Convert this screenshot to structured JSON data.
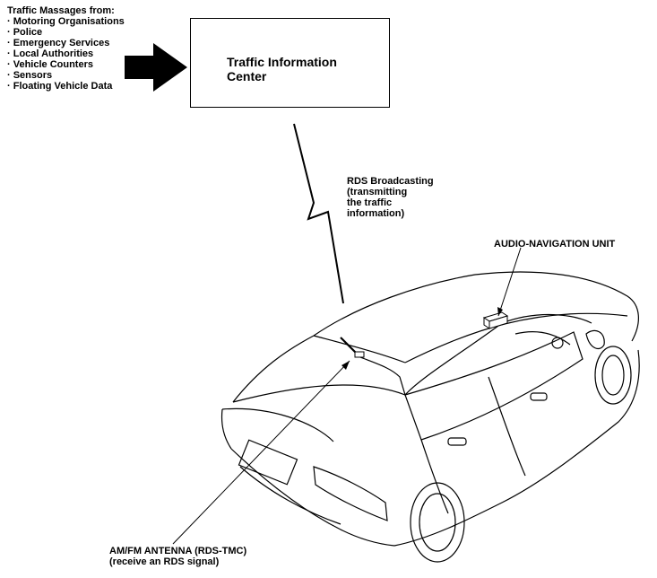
{
  "sources": {
    "heading": "Traffic Massages from:",
    "items": [
      "· Motoring Organisations",
      "· Police",
      "· Emergency Services",
      "· Local Authorities",
      "· Vehicle Counters",
      "· Sensors",
      "· Floating Vehicle Data"
    ]
  },
  "center": {
    "line1": "Traffic Information",
    "line2": "Center"
  },
  "broadcast": {
    "line1": "RDS Broadcasting",
    "line2": "(transmitting",
    "line3": "the traffic",
    "line4": "information)"
  },
  "navigation_unit": {
    "label": "AUDIO-NAVIGATION UNIT"
  },
  "antenna": {
    "line1": "AM/FM ANTENNA (RDS-TMC)",
    "line2": "(receive an RDS signal)"
  }
}
